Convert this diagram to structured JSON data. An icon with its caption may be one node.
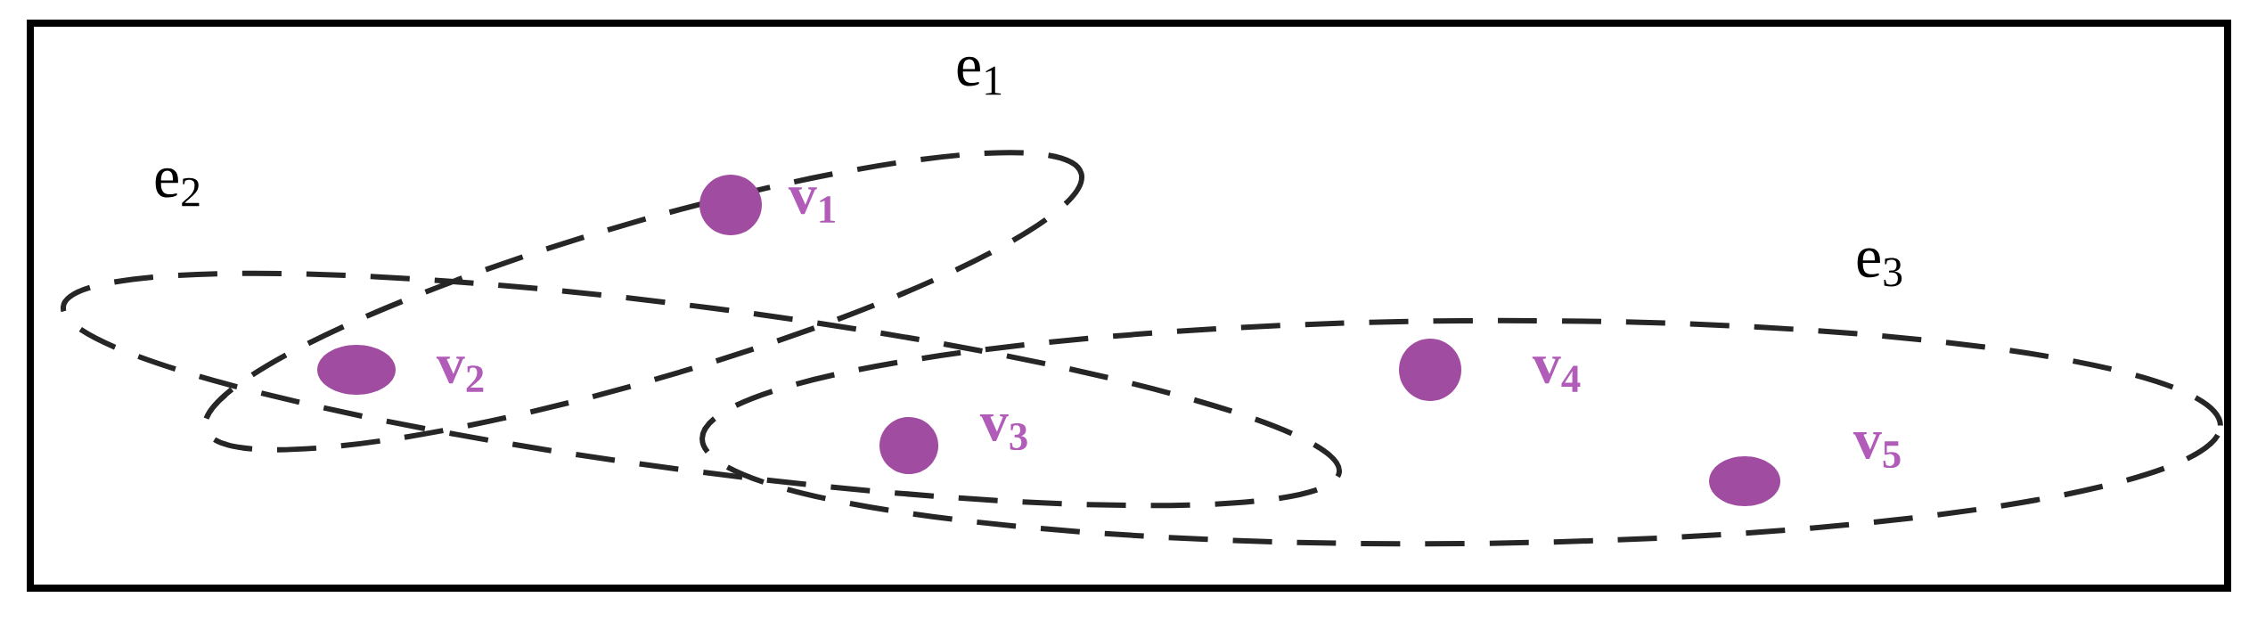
{
  "diagram": {
    "nodes": [
      {
        "text": [],
        "shape": "ellipse",
        "beside": [
          "e$_{1}$"
        ]
      },
      {
        "text": [],
        "shape": "ellipse",
        "beside": [
          "e$_{2}$"
        ]
      },
      {
        "text": [],
        "shape": "ellipse",
        "beside": [
          "e$_{3}$"
        ]
      },
      {
        "text": [],
        "shape": "circle",
        "beside": [
          "v$_{1}$"
        ],
        "in": 0
      },
      {
        "text": [],
        "shape": "circle"
      },
      {
        "text": [],
        "shape": "circle"
      },
      {
        "text": [],
        "shape": "circle",
        "beside": [
          "v$_{4}$"
        ],
        "in": 2
      },
      {
        "text": [],
        "shape": "circle",
        "beside": [
          "v$_{5}$"
        ],
        "in": 2
      }
    ],
    "labels": [
      "v$_{2}$",
      "v$_{3}$"
    ]
  }
}
